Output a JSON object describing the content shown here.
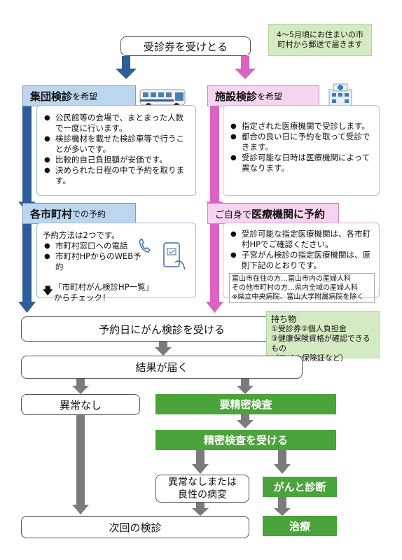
{
  "top": {
    "title": "受診券を受けとる",
    "note": "4～5月頃にお住まいの市町村から郵送で届きます"
  },
  "group": {
    "label_main": "集団検診",
    "label_suffix": "を希望",
    "items": [
      "公民館等の会場で、まとまった人数で一度に行います。",
      "検診機材を載せた検診車等で行うことが多いです。",
      "比較的自己負担額が安価です。",
      "決められた日程の中で予約を取ります。"
    ]
  },
  "facility": {
    "label_main": "施設検診",
    "label_suffix": "を希望",
    "items": [
      "指定された医療機関で受診します。",
      "都合の良い日に予約を取って受診できます。",
      "受診可能な日時は医療機関によって異なります。"
    ]
  },
  "municipal": {
    "label_main": "各市町村",
    "label_suffix": "での予約",
    "methods_title": "予約方法は2つです。",
    "items": [
      "市町村窓口への電話",
      "市町村HPからのWEB予約"
    ],
    "link_line1": "「市町村がん検診HP一覧」",
    "link_line2": "からチェック！"
  },
  "self_booking": {
    "label_prefix": "ご自身で",
    "label_main": "医療機関に予約",
    "items": [
      "受診可能な指定医療機関は、各市町村HPでご確認ください。",
      "子宮がん検診の指定医療機関は、原則下記のとおりです。"
    ],
    "notes": [
      "富山市在住の方…富山市内の産婦人科",
      "その他市町村の方…県内全域の産婦人科",
      "※県立中央病院、富山大学附属病院を除く"
    ]
  },
  "exam_day": {
    "title": "予約日にがん検診を受ける",
    "belongings_title": "持ち物",
    "belongings_items": [
      "①受診券②個人負担金",
      "③健康保険資格が確認できるもの",
      "（マイナ保険証など）"
    ]
  },
  "results": "結果が届く",
  "no_abnormal": "異常なし",
  "needs_detail": "要精密検査",
  "take_detail": "精密検査を受ける",
  "benign": {
    "line1": "異常なしまたは",
    "line2": "良性の病変"
  },
  "cancer": "がんと診断",
  "treatment": "治療",
  "next_exam": "次回の検診",
  "colors": {
    "blue": "#2e5d97",
    "pink": "#db62c3",
    "gray": "#7b7b7b",
    "green": "#4aa33b"
  }
}
